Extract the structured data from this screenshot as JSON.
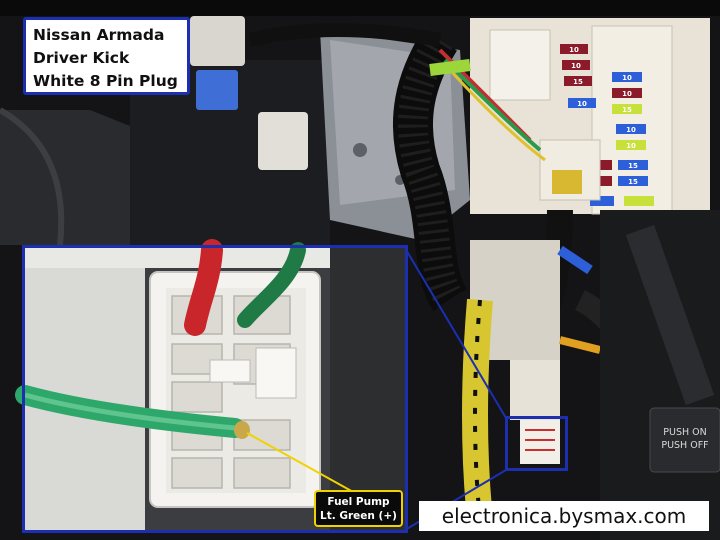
{
  "title": {
    "lines": [
      "Nissan Armada",
      "Driver Kick",
      "White 8 Pin Plug"
    ]
  },
  "callout": {
    "line1": "Fuel Pump",
    "line2": "Lt. Green (+)"
  },
  "watermark": "electronica.bysmax.com",
  "switch_label": {
    "line1": "PUSH ON",
    "line2": "PUSH OFF"
  },
  "fuse_labels": [
    "10",
    "10",
    "15",
    "10",
    "10",
    "10",
    "15",
    "10",
    "10",
    "15",
    "15"
  ],
  "colors": {
    "frame_blue": "#1c2fb0",
    "callout_yellow": "#f0d200",
    "wire_lt_green": "#2ea86a",
    "wire_red": "#c8262a",
    "wire_dark_green": "#1f7a45"
  }
}
